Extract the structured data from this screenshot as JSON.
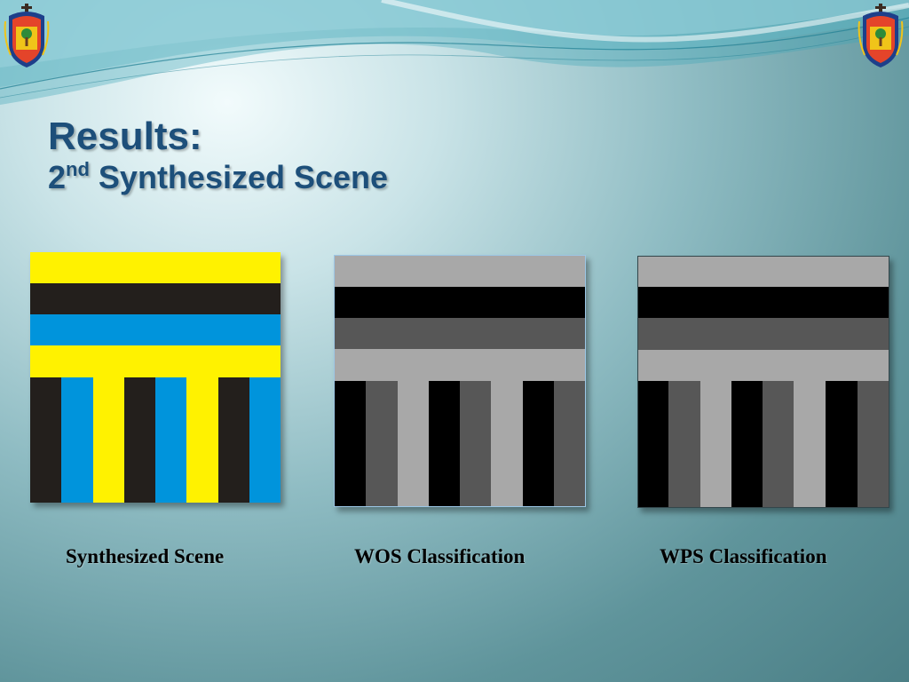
{
  "slide": {
    "title_line1": "Results:",
    "title_line2_prefix": "2",
    "title_line2_sup": "nd",
    "title_line2_rest": " Synthesized Scene"
  },
  "captions": {
    "synthesized": "Synthesized Scene",
    "wos": "WOS Classification",
    "wps": "WPS Classification"
  },
  "logos": {
    "left": "university-seal-icon",
    "right": "university-seal-icon"
  },
  "colors": {
    "title": "#1d4f7a",
    "yellow": "#fff200",
    "blue": "#0094dc",
    "black": "#231f1c",
    "light_gray": "#a8a8a8",
    "dark_gray": "#575757"
  }
}
